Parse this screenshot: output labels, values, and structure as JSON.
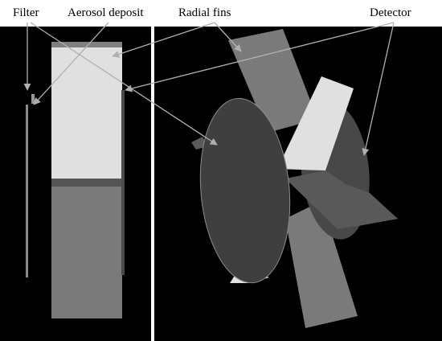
{
  "labels": {
    "filter": "Filter",
    "aerosol_deposit": "Aerosol deposit",
    "radial_fins": "Radial fins",
    "detector": "Detector"
  },
  "colors": {
    "panel_background": "#000000",
    "divider": "#ffffff",
    "fin_light": "#e0e0e0",
    "fin_mid": "#7a7a7a",
    "fin_dark": "#555555",
    "disc_dark": "#3f3f3f",
    "arrow": "#b0b0b0"
  }
}
